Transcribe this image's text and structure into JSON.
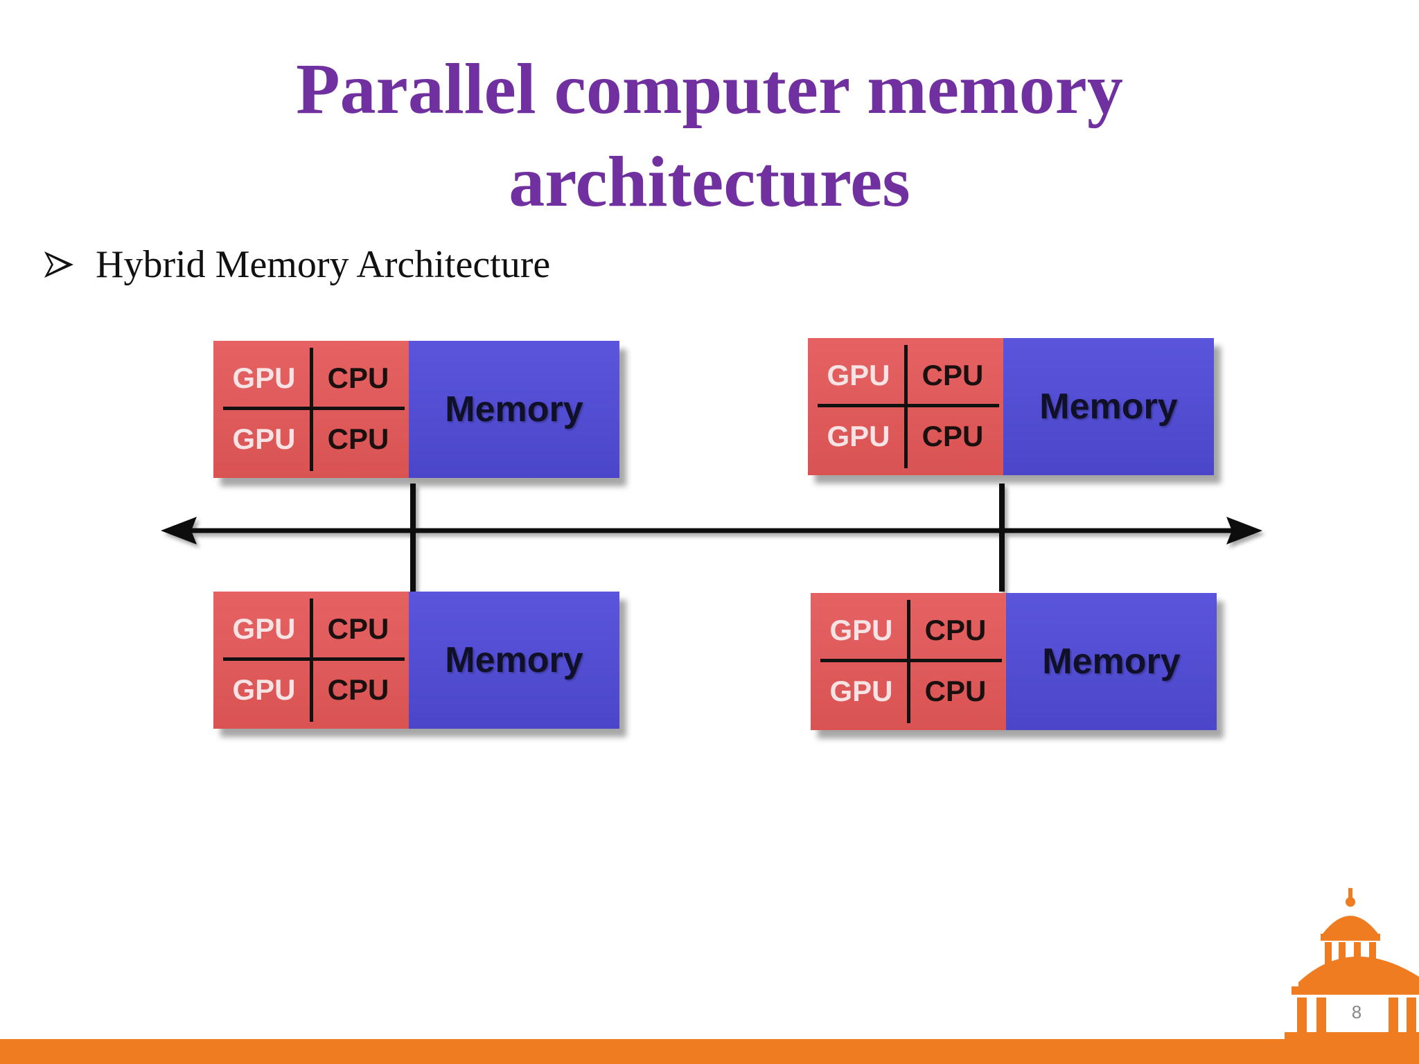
{
  "slide": {
    "title_line1": "Parallel computer memory",
    "title_line2": "architectures",
    "bullet": "Hybrid Memory Architecture",
    "page_number": "8"
  },
  "diagram": {
    "nodes": [
      {
        "units": [
          "GPU",
          "CPU",
          "GPU",
          "CPU"
        ],
        "memory_label": "Memory"
      },
      {
        "units": [
          "GPU",
          "CPU",
          "GPU",
          "CPU"
        ],
        "memory_label": "Memory"
      },
      {
        "units": [
          "GPU",
          "CPU",
          "GPU",
          "CPU"
        ],
        "memory_label": "Memory"
      },
      {
        "units": [
          "GPU",
          "CPU",
          "GPU",
          "CPU"
        ],
        "memory_label": "Memory"
      }
    ]
  },
  "colors": {
    "title": "#7030a0",
    "processor_block": "#e05a5a",
    "memory_block": "#4f4ad3",
    "accent": "#f07c22"
  },
  "icons": [
    "bullet-arrow-icon",
    "building-dome-logo-icon"
  ]
}
